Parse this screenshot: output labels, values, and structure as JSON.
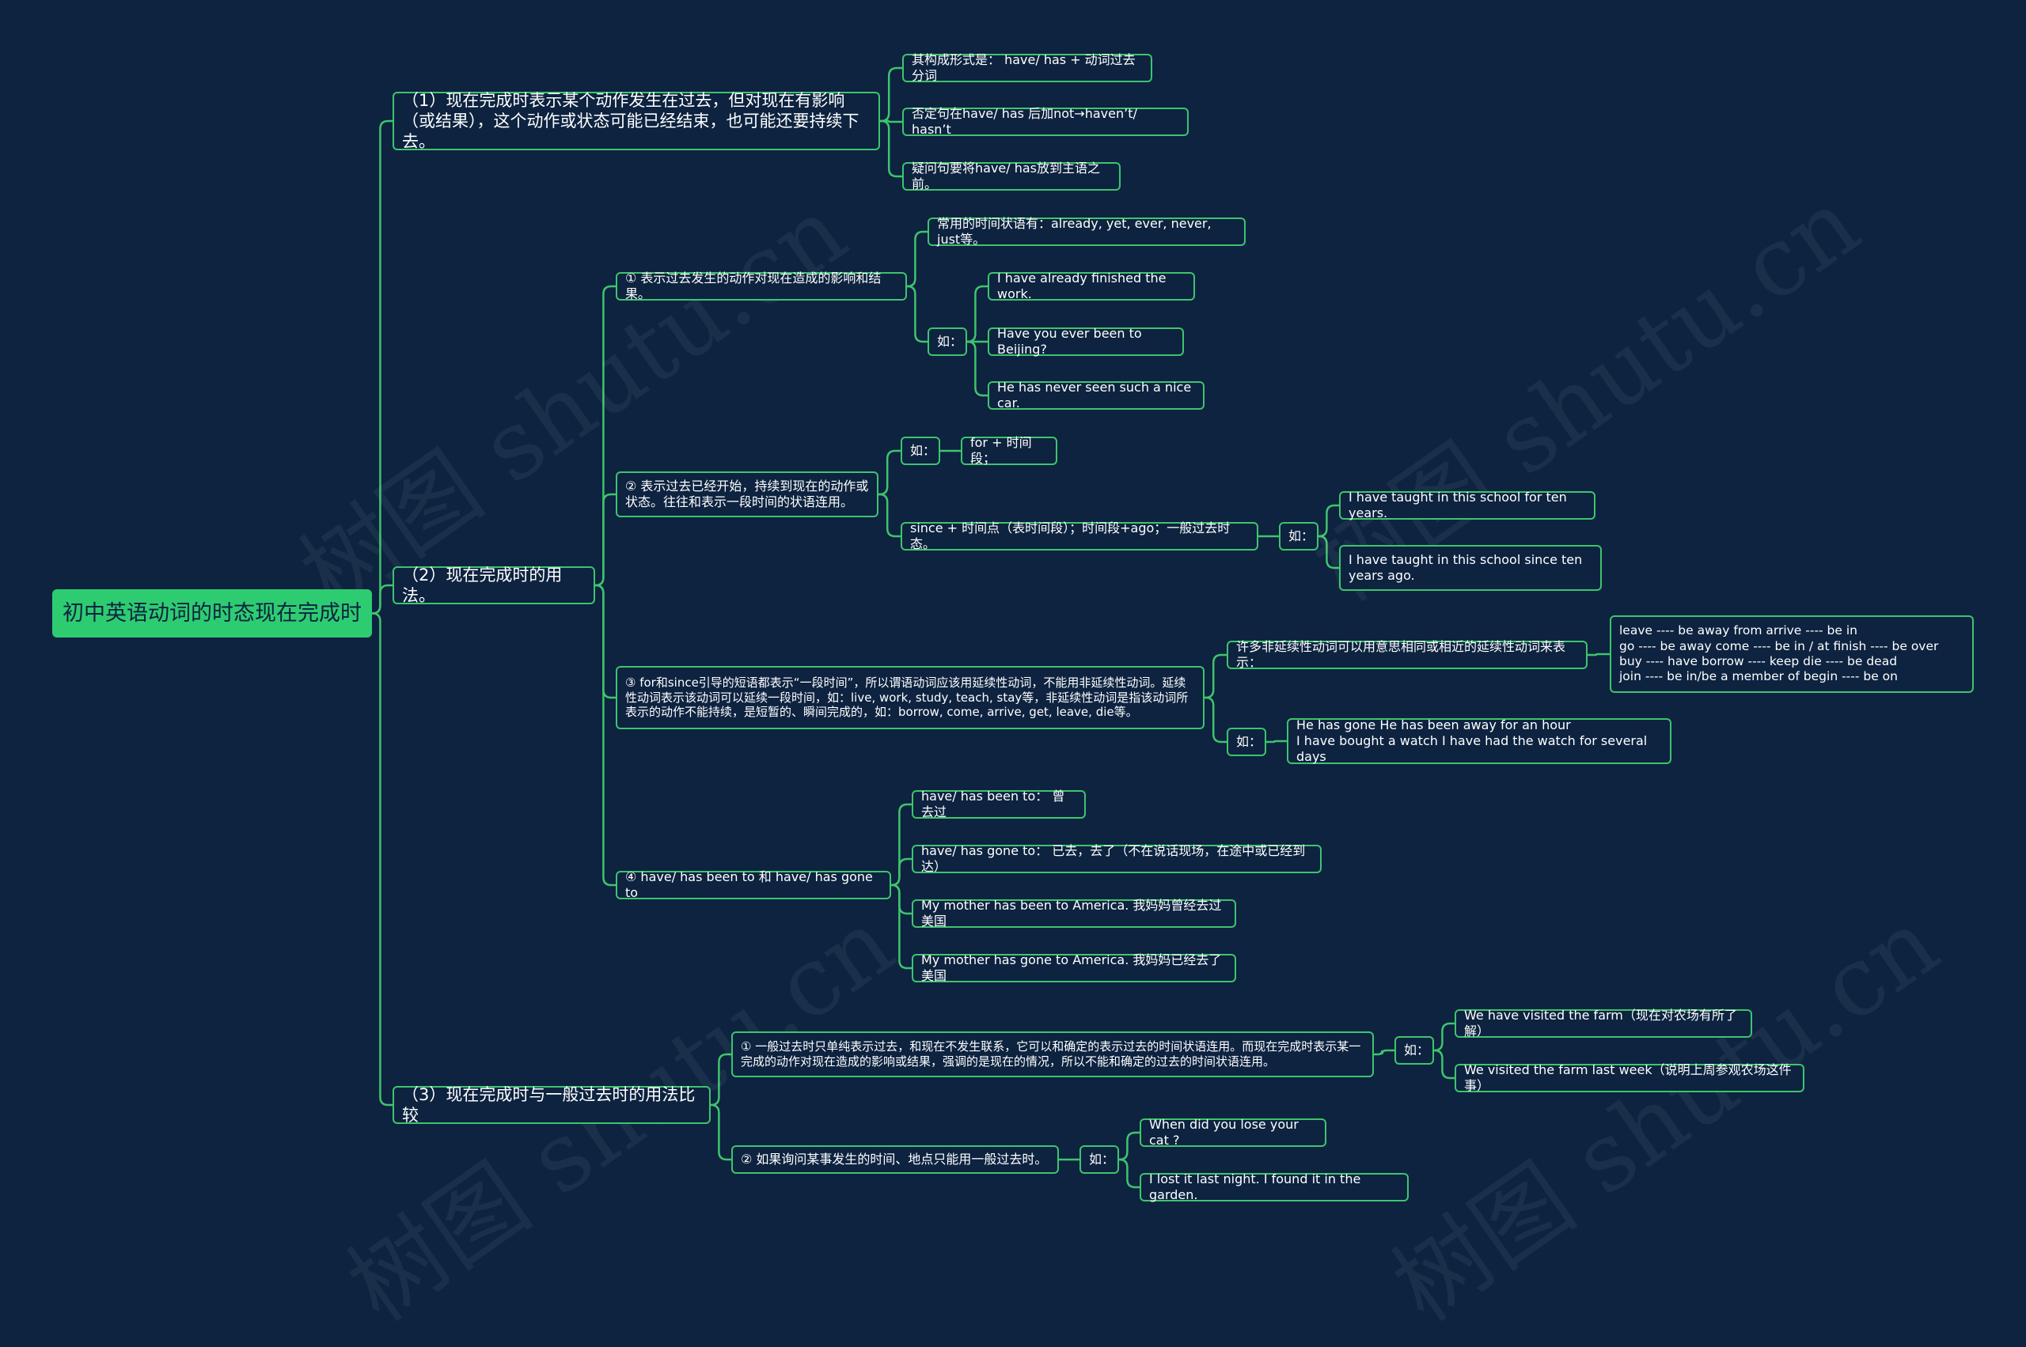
{
  "root": "初中英语动词的时态现在完成时",
  "nodes": {
    "b1": "（1）现在完成时表示某个动作发生在过去，但对现在有影响（或结果），这个动作或状态可能已经结束，也可能还要持续下去。",
    "b1_1": "其构成形式是： have/ has + 动词过去分词",
    "b1_2": "否定句在have/ has 后加not→haven’t/ hasn’t",
    "b1_3": "疑问句要将have/ has放到主语之前。",
    "b2": "（2）现在完成时的用法。",
    "b2_1": "① 表示过去发生的动作对现在造成的影响和结果。",
    "b2_1a": "常用的时间状语有：already, yet, ever, never, just等。",
    "b2_1b": "如：",
    "b2_1b1": "I have already finished the work.",
    "b2_1b2": "Have you ever been to Beijing?",
    "b2_1b3": "He has never seen such a nice car.",
    "b2_2": "② 表示过去已经开始，持续到现在的动作或状态。往往和表示一段时间的状语连用。",
    "b2_2a": "如：",
    "b2_2a1": "for + 时间段；",
    "b2_2b": "since + 时间点（表时间段）；时间段+ago；一般过去时态。",
    "b2_2b_ex": "如：",
    "b2_2b1": "I have taught in this school for ten years.",
    "b2_2b2": "I have taught in this school since ten years ago.",
    "b2_3": "③ for和since引导的短语都表示“一段时间”，所以谓语动词应该用延续性动词，不能用非延续性动词。延续性动词表示该动词可以延续一段时间，如：live, work, study, teach, stay等，非延续性动词是指该动词所表示的动作不能持续，是短暂的、瞬间完成的，如：borrow, come, arrive, get, leave, die等。",
    "b2_3a": "许多非延续性动词可以用意思相同或相近的延续性动词来表示：",
    "b2_3a1": "leave ---- be away from    arrive ---- be in\ngo ---- be away  come ---- be in / at   finish ---- be over\nbuy ---- have   borrow ---- keep   die ---- be dead\njoin ---- be in/be a member of  begin ---- be on",
    "b2_3b": "如：",
    "b2_3b1": "He has gone     He has been away for an hour\nI have bought a watch    I have had the watch for several days",
    "b2_4": "④ have/ has been to 和 have/ has gone to",
    "b2_4a": "have/ has been to： 曾去过",
    "b2_4b": "have/ has gone to： 已去，去了（不在说话现场，在途中或已经到达）",
    "b2_4c": "My mother has been to America. 我妈妈曾经去过美国",
    "b2_4d": "My mother has gone to America. 我妈妈已经去了美国",
    "b3": "（3）现在完成时与一般过去时的用法比较",
    "b3_1": "① 一般过去时只单纯表示过去，和现在不发生联系，它可以和确定的表示过去的时间状语连用。而现在完成时表示某一完成的动作对现在造成的影响或结果，强调的是现在的情况，所以不能和确定的过去的时间状语连用。",
    "b3_1a": "如：",
    "b3_1a1": "We have visited the farm（现在对农场有所了解）",
    "b3_1a2": "We visited the farm last week（说明上周参观农场这件事）",
    "b3_2": "② 如果询问某事发生的时间、地点只能用一般过去时。",
    "b3_2a": "如：",
    "b3_2a1": "When did you lose your cat ?",
    "b3_2a2": "I lost it last night.   I found it in the garden."
  },
  "watermark": "树图 shutu.cn",
  "colors": {
    "background": "#0d2340",
    "accent": "#3ec46d",
    "root_fill": "#2ecc71",
    "text": "#ffffff"
  }
}
